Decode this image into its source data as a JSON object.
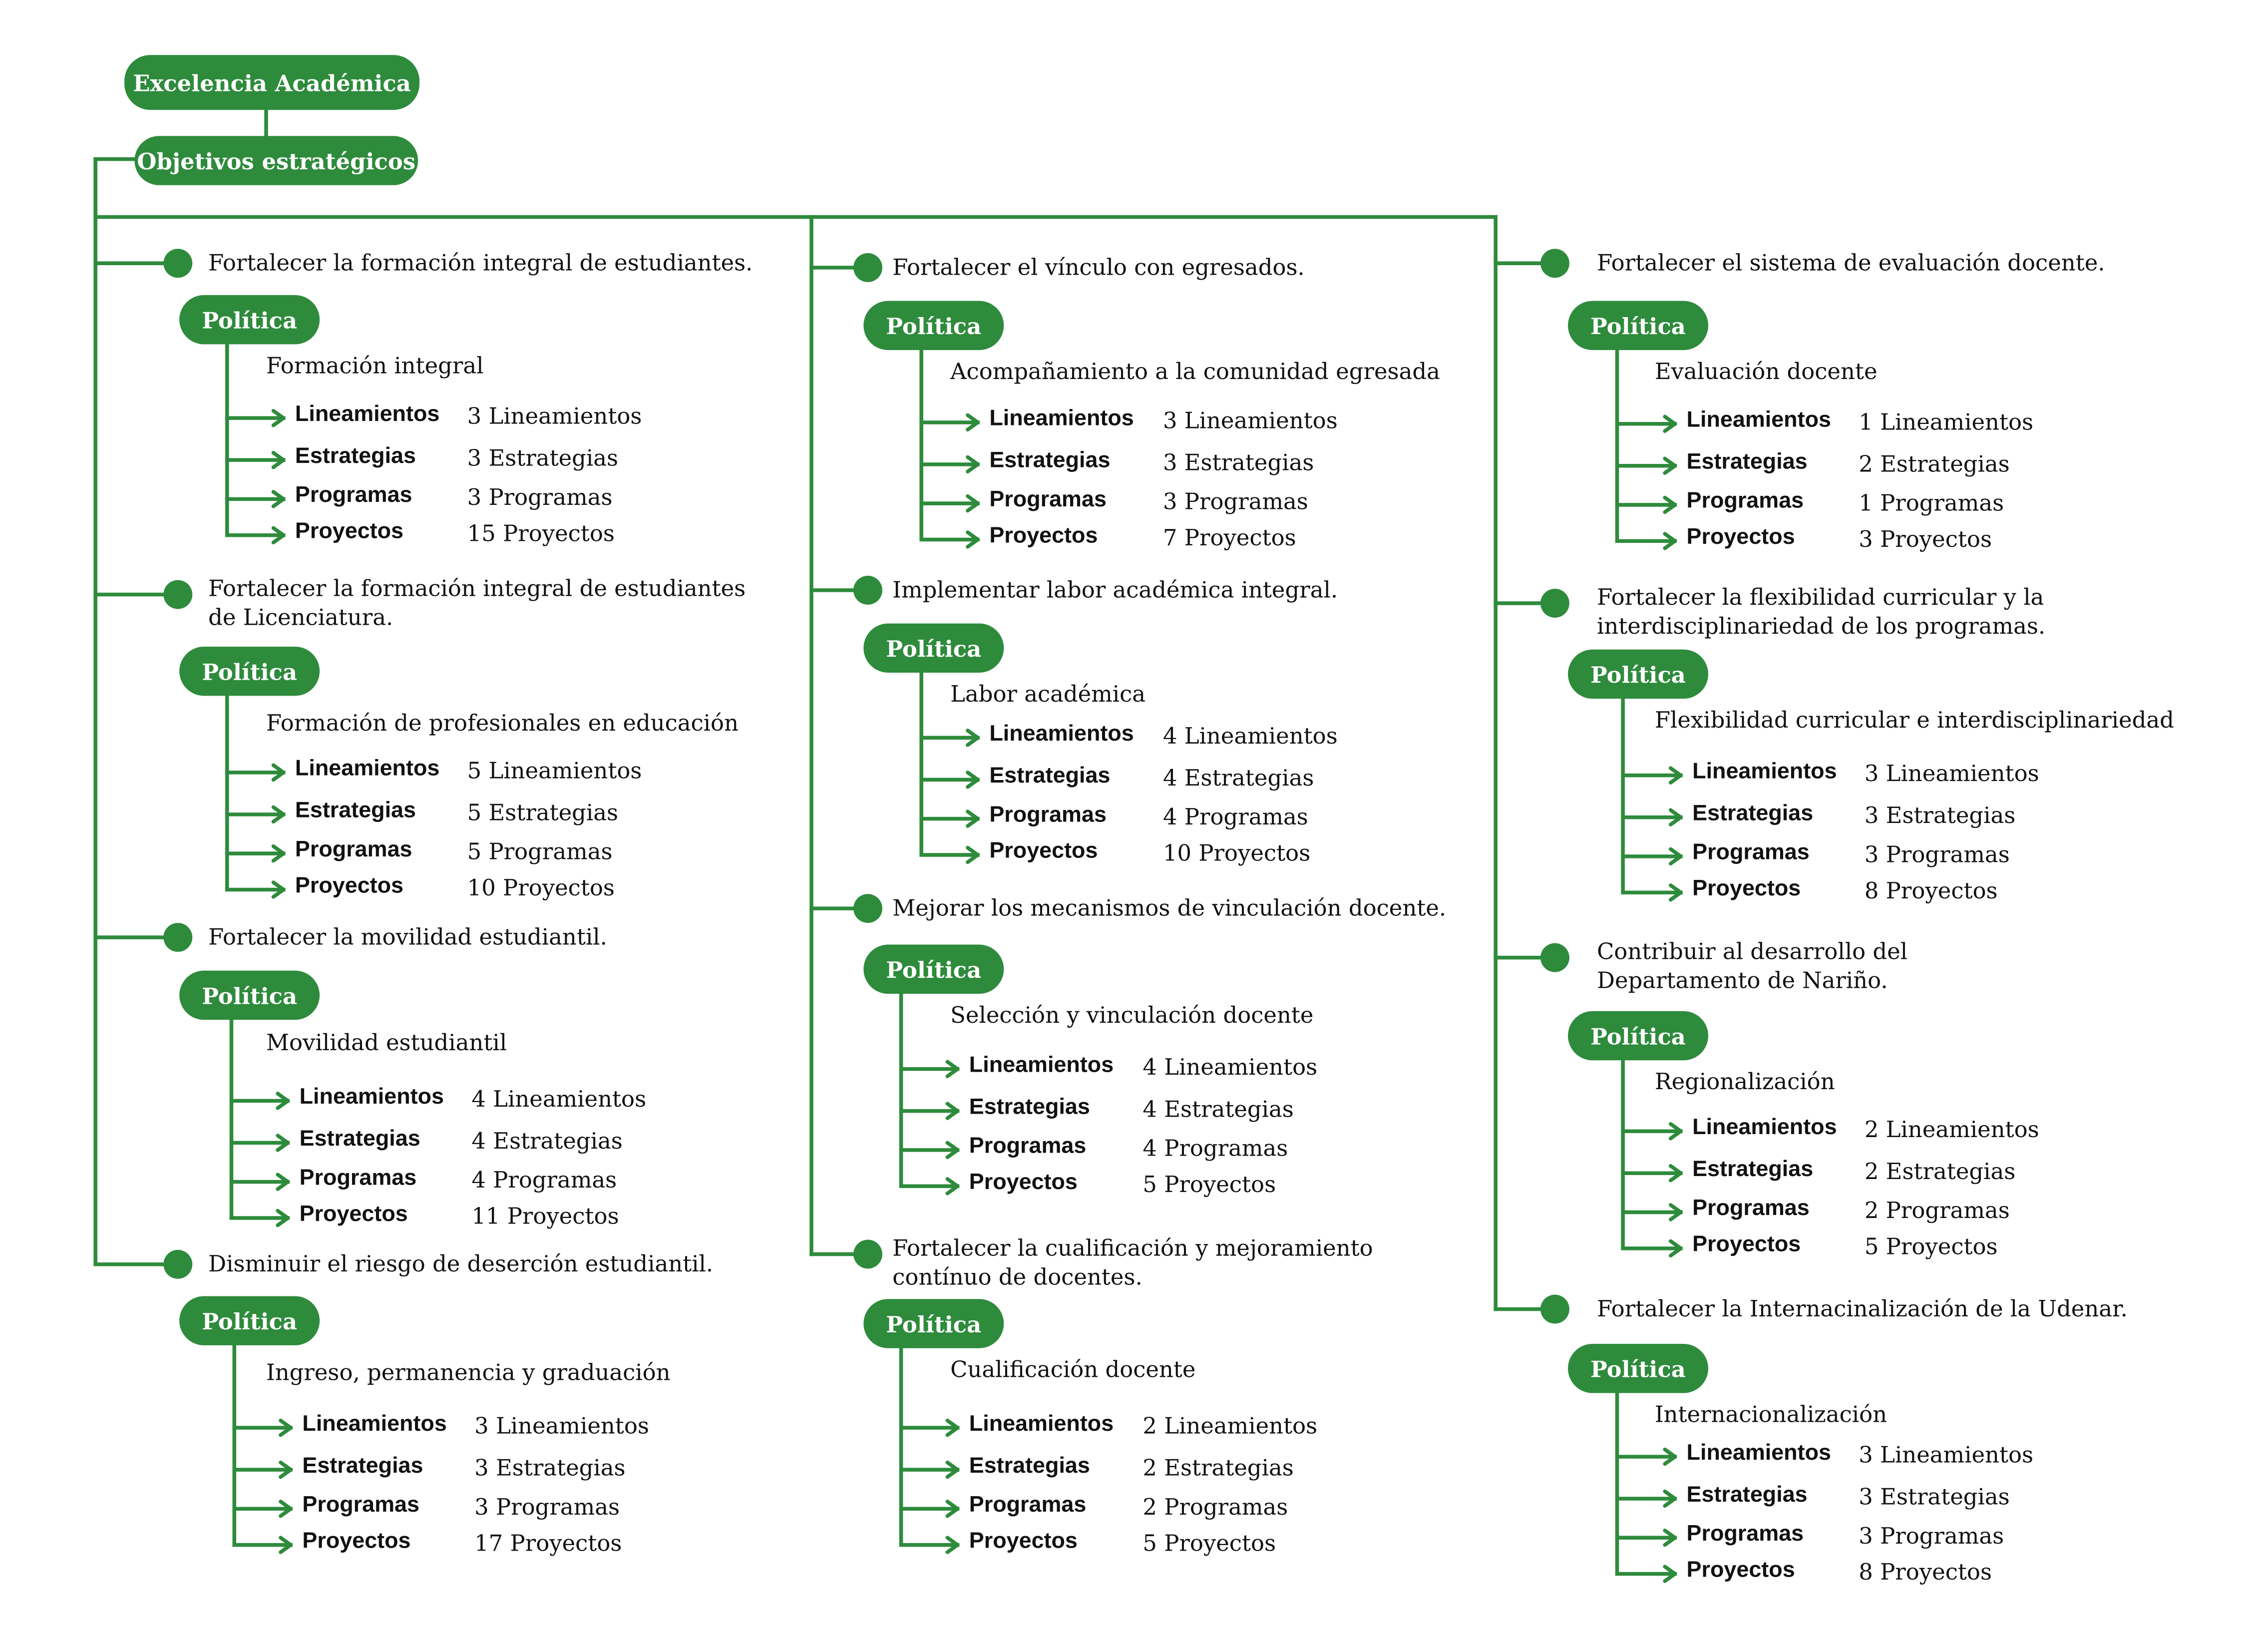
{
  "root": {
    "title": "Excelencia Académica",
    "subtitle": "Objetivos estratégicos"
  },
  "policy_label": "Política",
  "item_labels": [
    "Lineamientos",
    "Estrategias",
    "Programas",
    "Proyectos"
  ],
  "columns": [
    {
      "objectives": [
        {
          "title": "Fortalecer la formación integral de estudiantes.",
          "policy": "Formación integral",
          "counts": [
            "3 Lineamientos",
            "3 Estrategias",
            "3 Programas",
            "15 Proyectos"
          ]
        },
        {
          "title": "Fortalecer la formación integral de estudiantes\nde Licenciatura.",
          "policy": "Formación de profesionales en educación",
          "counts": [
            "5 Lineamientos",
            "5 Estrategias",
            "5 Programas",
            "10 Proyectos"
          ]
        },
        {
          "title": "Fortalecer la movilidad estudiantil.",
          "policy": "Movilidad estudiantil",
          "counts": [
            "4 Lineamientos",
            "4 Estrategias",
            "4 Programas",
            "11 Proyectos"
          ]
        },
        {
          "title": "Disminuir el riesgo de deserción estudiantil.",
          "policy": "Ingreso, permanencia y graduación",
          "counts": [
            "3 Lineamientos",
            "3 Estrategias",
            "3 Programas",
            "17 Proyectos"
          ]
        }
      ]
    },
    {
      "objectives": [
        {
          "title": "Fortalecer el vínculo con egresados.",
          "policy": "Acompañamiento a la comunidad egresada",
          "counts": [
            "3 Lineamientos",
            "3 Estrategias",
            "3 Programas",
            "7 Proyectos"
          ]
        },
        {
          "title": "Implementar labor académica integral.",
          "policy": "Labor académica",
          "counts": [
            "4 Lineamientos",
            "4 Estrategias",
            "4 Programas",
            "10 Proyectos"
          ]
        },
        {
          "title": "Mejorar los mecanismos de vinculación docente.",
          "policy": "Selección y vinculación docente",
          "counts": [
            "4 Lineamientos",
            "4 Estrategias",
            "4 Programas",
            "5 Proyectos"
          ]
        },
        {
          "title": "Fortalecer la cualificación y mejoramiento\ncontínuo de docentes.",
          "policy": "Cualificación docente",
          "counts": [
            "2 Lineamientos",
            "2 Estrategias",
            "2 Programas",
            "5 Proyectos"
          ]
        }
      ]
    },
    {
      "objectives": [
        {
          "title": "Fortalecer el sistema de evaluación docente.",
          "policy": "Evaluación docente",
          "counts": [
            "1 Lineamientos",
            "2 Estrategias",
            "1 Programas",
            "3 Proyectos"
          ]
        },
        {
          "title": "Fortalecer la flexibilidad curricular y la\ninterdisciplinariedad de los programas.",
          "policy": "Flexibilidad curricular e interdisciplinariedad",
          "counts": [
            "3 Lineamientos",
            "3 Estrategias",
            "3 Programas",
            "8 Proyectos"
          ]
        },
        {
          "title": "Contribuir al desarrollo del\nDepartamento de Nariño.",
          "policy": "Regionalización",
          "counts": [
            "2 Lineamientos",
            "2 Estrategias",
            "2 Programas",
            "5 Proyectos"
          ]
        },
        {
          "title": "Fortalecer la Internacinalización de la Udenar.",
          "policy": "Internacionalización",
          "counts": [
            "3 Lineamientos",
            "3 Estrategias",
            "3 Programas",
            "8 Proyectos"
          ]
        }
      ]
    }
  ],
  "colors": {
    "accent": "#2e8b3c",
    "text": "#111111",
    "background": "#ffffff"
  }
}
